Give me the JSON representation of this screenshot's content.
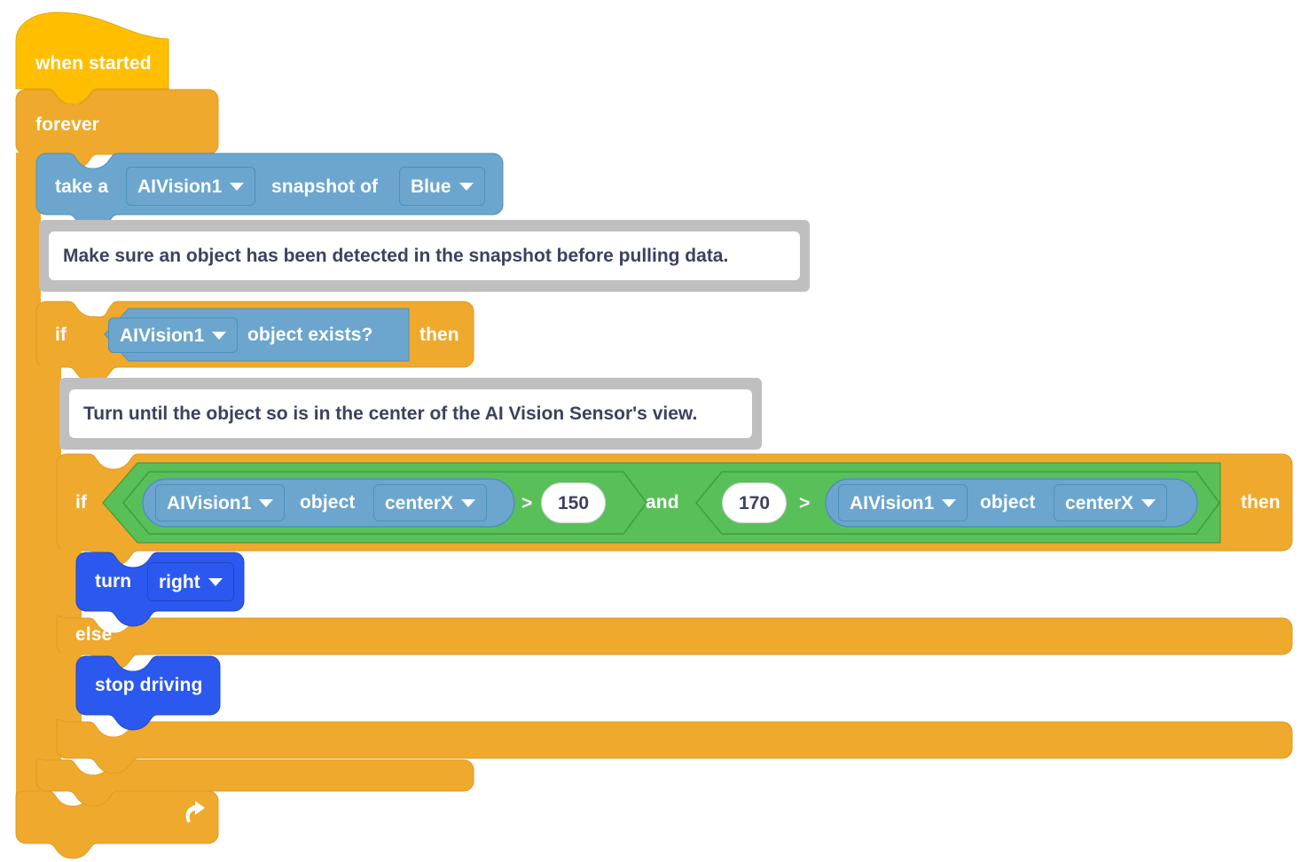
{
  "app": {
    "name": "VEXcode VR Block Workspace",
    "background_color": "#ffffff"
  },
  "palette_colors": {
    "events_yellow": "#ffbf00",
    "control_orange": "#efa92c",
    "sensing_blue": "#6ca6ce",
    "operators_green": "#59c059",
    "motion_blue": "#2b59f0",
    "comment_grey": "#bfbfbf",
    "comment_text": "#3c4160",
    "block_text": "#ffffff"
  },
  "script": {
    "hat": {
      "label": "when started",
      "icon": "flag-start-icon"
    },
    "forever": {
      "label": "forever",
      "loop_icon": "loop-arrow-icon"
    },
    "snapshot_block": {
      "prefix": "take a",
      "device": "AIVision1",
      "middle": "snapshot of",
      "target": "Blue",
      "caret_icon": "chevron-down-icon"
    },
    "comment_1": {
      "text": "Make sure an object has been detected in the snapshot before pulling data."
    },
    "if_exists": {
      "if_label": "if",
      "then_label": "then",
      "condition": {
        "device": "AIVision1",
        "predicate": "object exists?"
      }
    },
    "comment_2": {
      "text": "Turn until the object so is in the center of the AI Vision Sensor's view."
    },
    "if_center": {
      "if_label": "if",
      "then_label": "then",
      "else_label": "else",
      "condition": {
        "operator": "and",
        "left": {
          "operator": ">",
          "operand_a": {
            "device": "AIVision1",
            "middle": "object",
            "property": "centerX"
          },
          "operand_b": "150"
        },
        "right": {
          "operator": ">",
          "operand_a": "170",
          "operand_b": {
            "device": "AIVision1",
            "middle": "object",
            "property": "centerX"
          }
        }
      },
      "then_branch": [
        {
          "label": "turn",
          "value": "right"
        }
      ],
      "else_branch": [
        {
          "label": "stop driving"
        }
      ]
    }
  }
}
